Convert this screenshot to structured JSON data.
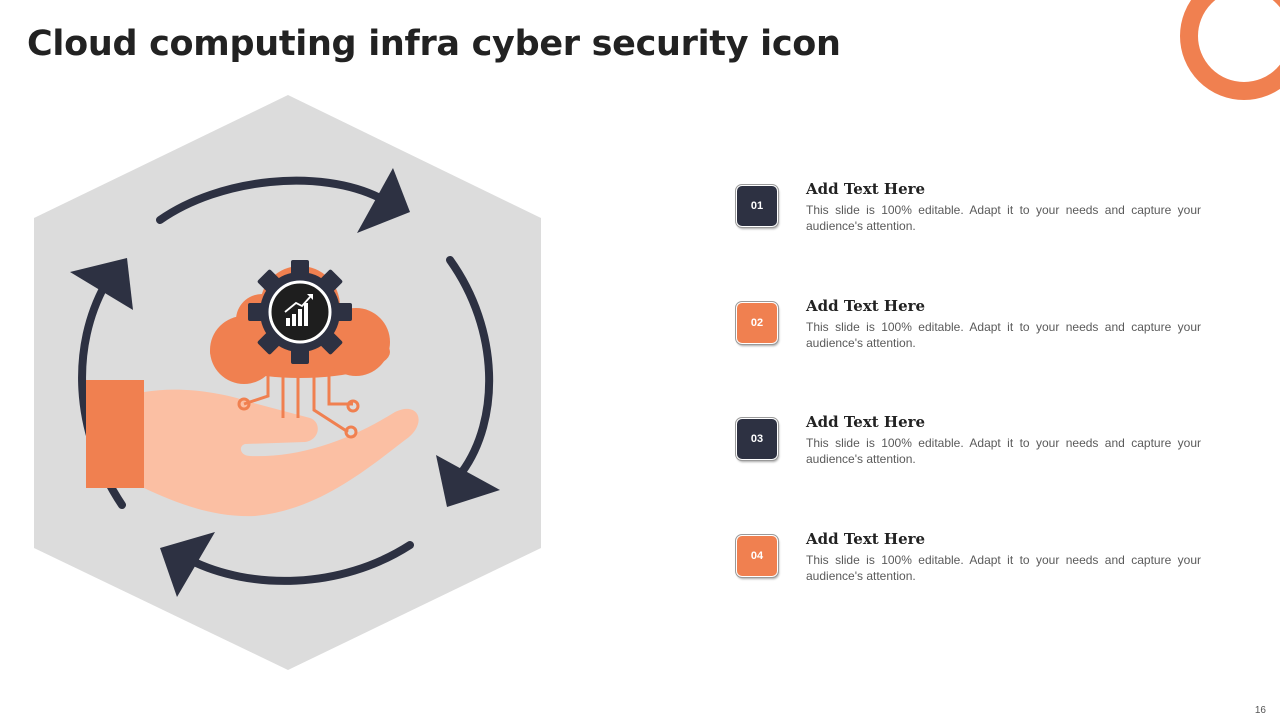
{
  "slide": {
    "title": "Cloud computing infra cyber security icon",
    "page_number": "16"
  },
  "colors": {
    "dark": "#2D3142",
    "orange": "#F08050",
    "peach": "#FBBFA3",
    "hexagon": "#DCDCDC"
  },
  "items": [
    {
      "number": "01",
      "heading": "Add Text Here",
      "body": "This slide is 100% editable. Adapt it to your needs and capture your audience's attention."
    },
    {
      "number": "02",
      "heading": "Add Text Here",
      "body": "This slide is 100% editable. Adapt it to your needs and capture your audience's attention."
    },
    {
      "number": "03",
      "heading": "Add Text Here",
      "body": "This slide is 100% editable. Adapt it to your needs and capture your audience's attention."
    },
    {
      "number": "04",
      "heading": "Add Text Here",
      "body": "This slide is 100% editable. Adapt it to your needs and capture your audience's attention."
    }
  ],
  "icons": [
    "cycle-arrows-icon",
    "hand-icon",
    "cloud-icon",
    "gear-icon",
    "growth-chart-icon"
  ]
}
